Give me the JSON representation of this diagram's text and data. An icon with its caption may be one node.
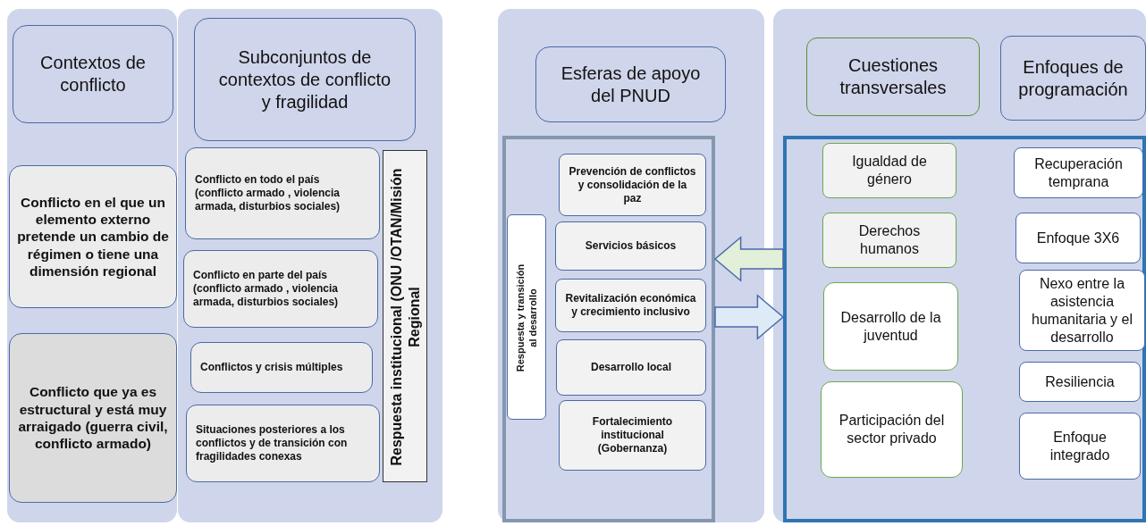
{
  "diagram": {
    "nodes": [
      {
        "text": [],
        "shape": "box"
      },
      {
        "text": [
          "Contextos de conflicto"
        ],
        "in": 0
      },
      {
        "text": [
          "Conflicto en el que un elemento externo pretende un cambio de régimen o tiene una dimensión regional"
        ],
        "in": 0
      },
      {
        "text": [
          "Conflicto que ya es estructural y está muy arraigado (guerra civil, conflicto armado)"
        ],
        "in": 0
      },
      {
        "text": [],
        "shape": "box"
      },
      {
        "text": [
          "Subconjuntos de contextos de conflicto y fragilidad"
        ],
        "in": 4
      },
      {
        "text": [
          "Conflicto en todo el país (conflicto armado , violencia armada, disturbios sociales)"
        ],
        "in": 4
      },
      {
        "text": [
          "Conflicto en parte del país (conflicto armado , violencia armada,  disturbios sociales)"
        ],
        "in": 4
      },
      {
        "text": [
          "Conflictos y crisis múltiples"
        ],
        "in": 4
      },
      {
        "text": [
          "Situaciones posteriores a los conflictos y de transición con fragilidades conexas"
        ],
        "in": 4
      },
      {
        "text": [
          "Respuesta institucional (ONU /OTAN/Misión  Regional"
        ],
        "in": 4
      },
      {
        "text": [],
        "shape": "box"
      },
      {
        "text": [
          "Esferas de apoyo del PNUD"
        ],
        "in": 11
      },
      {
        "text": [],
        "shape": "box",
        "in": 11
      },
      {
        "text": [
          "Respuesta y transición al desarrollo"
        ],
        "in": 13
      },
      {
        "text": [
          "Prevención de conflictos y consolidación de la paz"
        ],
        "in": 13
      },
      {
        "text": [
          "Servicios básicos"
        ],
        "in": 13
      },
      {
        "text": [
          "Revitalización económica y crecimiento inclusivo"
        ],
        "in": 13
      },
      {
        "text": [
          "Desarrollo local"
        ],
        "in": 13
      },
      {
        "text": [
          "Fortalecimiento institucional (Gobernanza)"
        ],
        "in": 13
      },
      {
        "text": [],
        "shape": "box"
      },
      {
        "text": [
          "Cuestiones transversales"
        ],
        "in": 20
      },
      {
        "text": [
          "Enfoques de programación"
        ],
        "in": 20
      },
      {
        "text": [],
        "shape": "box",
        "in": 20
      },
      {
        "text": [
          "Igualdad de género"
        ],
        "in": 23
      },
      {
        "text": [
          "Derechos humanos"
        ],
        "in": 23
      },
      {
        "text": [
          "Desarrollo de la juventud"
        ],
        "in": 23
      },
      {
        "text": [
          "Participación del sector privado"
        ],
        "in": 23
      },
      {
        "text": [
          "Recuperación temprana"
        ],
        "in": 23
      },
      {
        "text": [
          "Enfoque 3X6"
        ],
        "in": 23
      },
      {
        "text": [
          "Nexo entre la asistencia humanitaria  y el desarrollo"
        ],
        "in": 23
      },
      {
        "text": [
          "Resiliencia"
        ],
        "in": 23
      },
      {
        "text": [
          "Enfoque integrado"
        ],
        "in": 23
      }
    ],
    "edges": [
      {
        "from": 23,
        "to": 13,
        "arrow": "to",
        "style": "thick",
        "color": "#e2efd9"
      },
      {
        "from": 13,
        "to": 23,
        "arrow": "to",
        "style": "thick",
        "color": "#deebf7"
      }
    ]
  }
}
